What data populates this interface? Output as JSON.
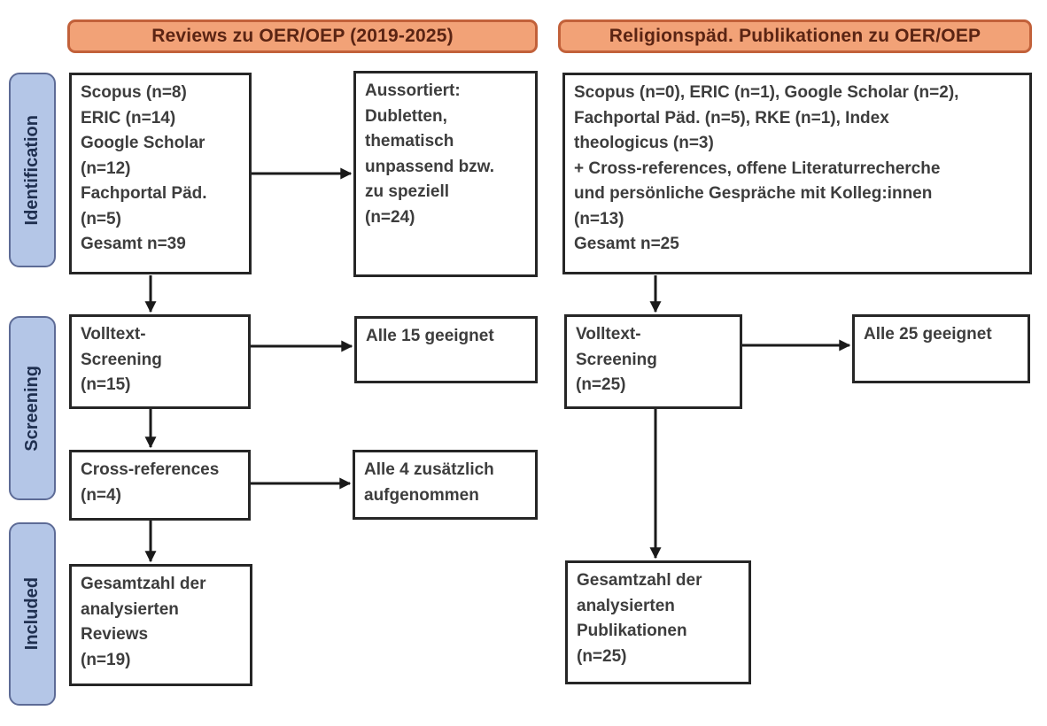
{
  "colors": {
    "background": "#ffffff",
    "header_fill": "#f2a277",
    "header_border": "#c2613a",
    "header_text": "#5a2413",
    "stage_fill": "#b4c6e7",
    "stage_border": "#5d6b96",
    "stage_text": "#1f2f4f",
    "box_border": "#262626",
    "box_text": "#3d3d3d",
    "arrow": "#1a1a1a"
  },
  "headers": {
    "left": "Reviews zu OER/OEP (2019-2025)",
    "right": "Religionspäd. Publikationen zu OER/OEP"
  },
  "stages": {
    "identification": "Identification",
    "screening": "Screening",
    "included": "Included"
  },
  "left_flow": {
    "sources": "Scopus (n=8)\nERIC (n=14)\nGoogle Scholar\n(n=12)\nFachportal Päd.\n(n=5)\nGesamt n=39",
    "excluded": "Aussortiert:\nDubletten,\nthematisch\nunpassend bzw.\nzu speziell\n(n=24)",
    "fulltext_screening": "Volltext-\nScreening\n(n=15)",
    "fulltext_result": "Alle 15 geeignet",
    "crossref": "Cross-references\n(n=4)",
    "crossref_result": "Alle 4 zusätzlich\naufgenommen",
    "included_total": "Gesamtzahl der\nanalysierten\nReviews\n(n=19)"
  },
  "right_flow": {
    "sources": "Scopus (n=0), ERIC (n=1), Google Scholar (n=2),\nFachportal Päd. (n=5), RKE (n=1), Index\ntheologicus (n=3)\n+ Cross-references, offene Literaturrecherche\nund persönliche Gespräche mit Kolleg:innen\n(n=13)\nGesamt n=25",
    "fulltext_screening": "Volltext-\nScreening\n(n=25)",
    "fulltext_result": "Alle 25 geeignet",
    "included_total": "Gesamtzahl der\nanalysierten\nPublikationen\n(n=25)"
  }
}
